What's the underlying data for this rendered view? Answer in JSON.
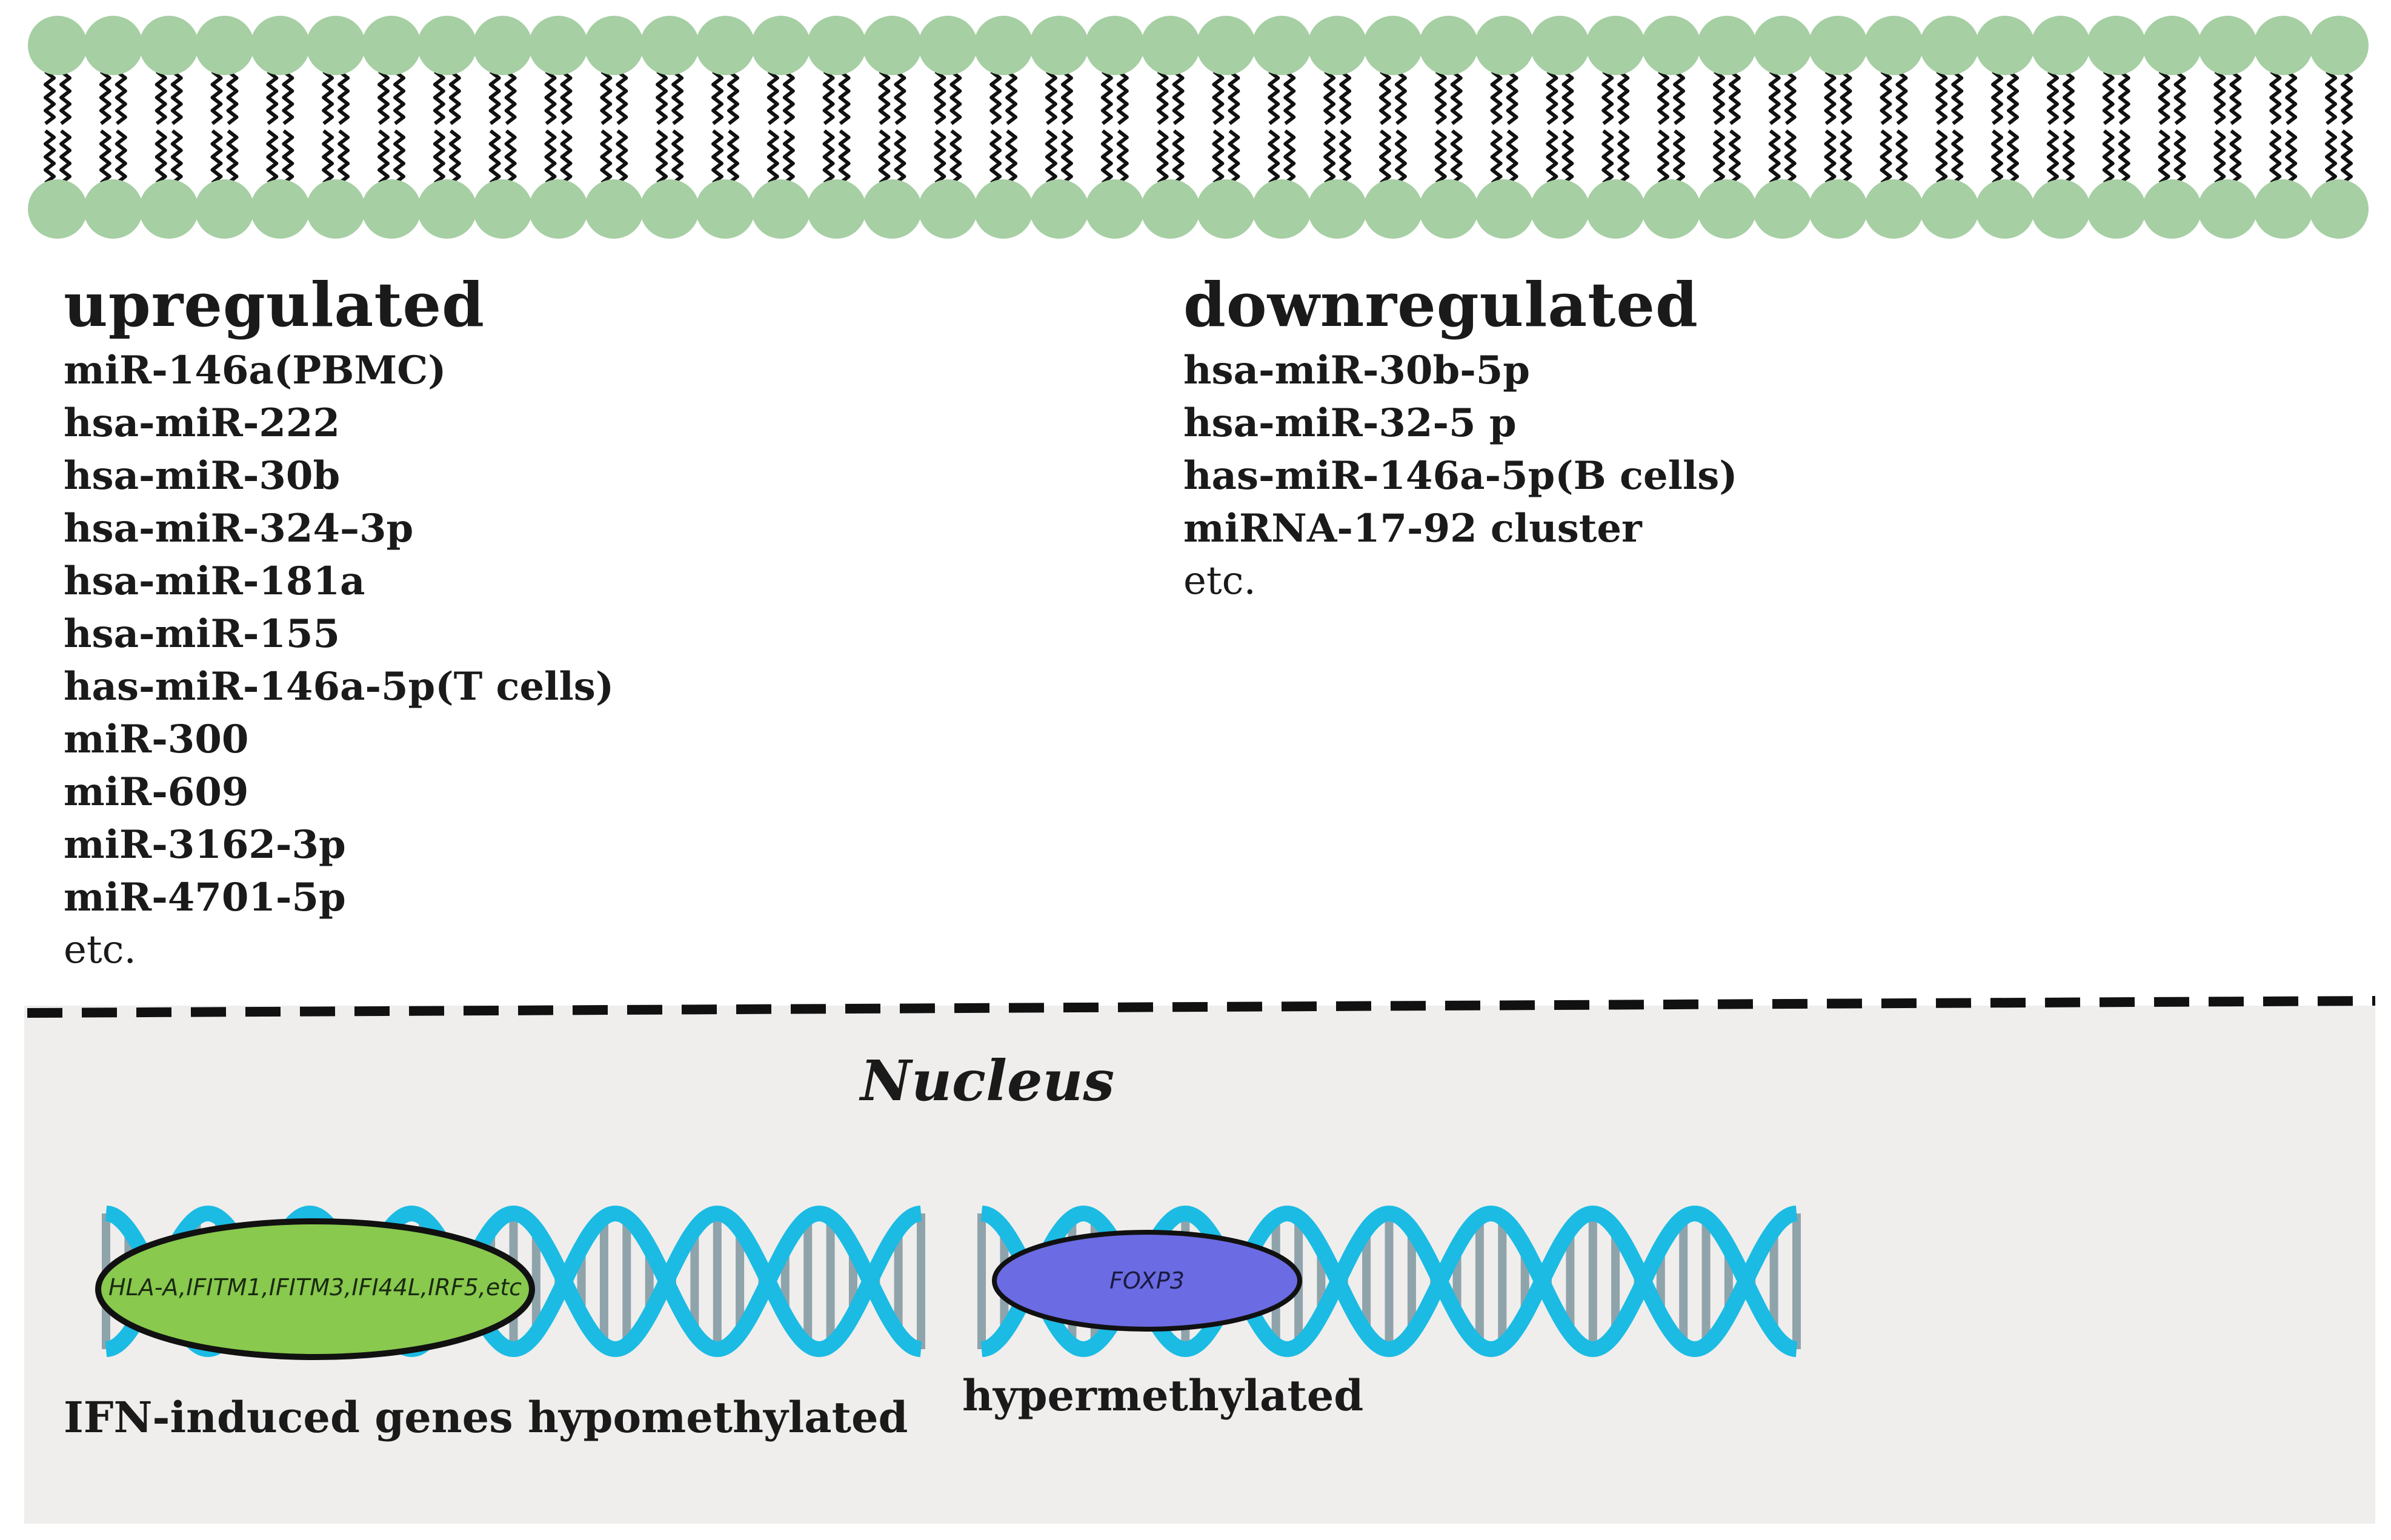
{
  "upregulated": {
    "heading": "upregulated",
    "items": [
      "miR-146a(PBMC)",
      "hsa-miR-222",
      "hsa-miR-30b",
      "hsa-miR-324–3p",
      "hsa-miR-181a",
      "hsa-miR-155",
      "has-miR-146a-5p(T cells)",
      "miR-300",
      "miR-609",
      "miR-3162-3p",
      "miR-4701-5p"
    ],
    "etc": "etc."
  },
  "downregulated": {
    "heading": "downregulated",
    "items": [
      "hsa-miR-30b-5p",
      "hsa-miR-32-5 p",
      "has-miR-146a-5p(B cells)",
      "miRNA-17-92 cluster"
    ],
    "etc": "etc."
  },
  "nucleus": {
    "title": "Nucleus",
    "left_dna": {
      "gene_label": "HLA-A,IFITM1,IFITM3,IFI44L,IRF5,etc",
      "caption": "IFN-induced genes hypomethylated"
    },
    "right_dna": {
      "gene_label": "FOXP3",
      "caption": "hypermethylated"
    }
  },
  "colors": {
    "lipid_head": "#a6cfa4",
    "lipid_tail": "#111111",
    "nucleus_bg": "#efeeec",
    "dna_strand": "#1bbbe4",
    "dna_rung": "#8fa3ab",
    "hypo_oval": "#88c94e",
    "hyper_oval": "#6b6be3"
  }
}
